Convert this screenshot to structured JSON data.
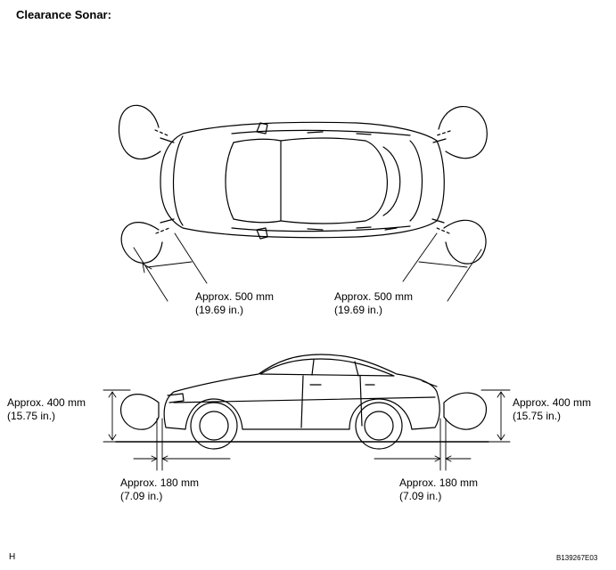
{
  "title": "Clearance Sonar:",
  "top_view": {
    "rear_left": {
      "line1": "Approx. 500 mm",
      "line2": "(19.69 in.)"
    },
    "rear_right": {
      "line1": "Approx. 500 mm",
      "line2": "(19.69 in.)"
    }
  },
  "side_view": {
    "left_height": {
      "line1": "Approx. 400 mm",
      "line2": "(15.75 in.)"
    },
    "right_height": {
      "line1": "Approx. 400 mm",
      "line2": "(15.75 in.)"
    },
    "left_offset": {
      "line1": "Approx. 180 mm",
      "line2": "(7.09 in.)"
    },
    "right_offset": {
      "line1": "Approx. 180 mm",
      "line2": "(7.09 in.)"
    }
  },
  "footer": {
    "left": "H",
    "right": "B139267E03"
  }
}
